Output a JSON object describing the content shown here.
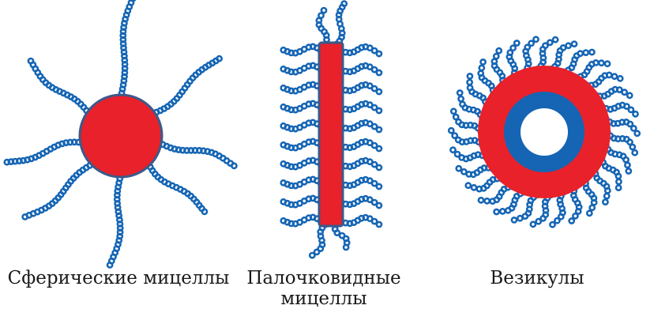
{
  "figure": {
    "panels": [
      {
        "id": "spherical",
        "caption": "Сферические мицеллы"
      },
      {
        "id": "rod",
        "caption_line1": "Палочковидные",
        "caption_line2": "мицеллы"
      },
      {
        "id": "vesicle",
        "caption": "Везикулы"
      }
    ],
    "colors": {
      "core_red": "#e8212b",
      "chain_blue": "#1565b4",
      "core_border": "#3b5a8a",
      "inner_hole": "#ffffff"
    }
  }
}
